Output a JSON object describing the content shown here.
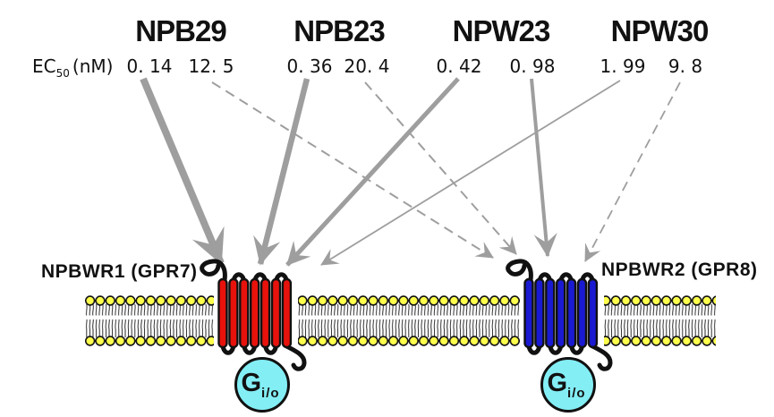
{
  "figure": {
    "description_visible_text_only": true,
    "ec50_axis": {
      "prefix": "EC",
      "sub": "50",
      "suffix": "(nM)"
    },
    "ligands": [
      {
        "name": "NPB29",
        "values": [
          {
            "text": "0. 14",
            "target": "NPBWR1",
            "line": "thick-solid"
          },
          {
            "text": "12. 5",
            "target": "NPBWR2",
            "line": "thin-dashed"
          }
        ]
      },
      {
        "name": "NPB23",
        "values": [
          {
            "text": "0. 36",
            "target": "NPBWR1",
            "line": "thick-solid"
          },
          {
            "text": "20. 4",
            "target": "NPBWR2",
            "line": "thin-dashed"
          }
        ]
      },
      {
        "name": "NPW23",
        "values": [
          {
            "text": "0. 42",
            "target": "NPBWR1",
            "line": "thick-solid"
          },
          {
            "text": "0. 98",
            "target": "NPBWR2",
            "line": "medium-solid"
          }
        ]
      },
      {
        "name": "NPW30",
        "values": [
          {
            "text": "1. 99",
            "target": "NPBWR1",
            "line": "thin-solid"
          },
          {
            "text": "9. 8",
            "target": "NPBWR2",
            "line": "thin-dashed"
          }
        ]
      }
    ],
    "receptors": [
      {
        "label": "NPBWR1 (GPR7)",
        "color": "#e8120c",
        "g_protein": {
          "main": "G",
          "sub": "i/o"
        }
      },
      {
        "label": "NPBWR2 (GPR8)",
        "color": "#1a1ad2",
        "g_protein": {
          "main": "G",
          "sub": "i/o"
        }
      }
    ],
    "colors": {
      "arrow": "#9e9e9e",
      "membrane_head": "#ffff4d",
      "g_protein_fill": "#84eef5",
      "outline": "#111111",
      "background": "#ffffff"
    }
  }
}
